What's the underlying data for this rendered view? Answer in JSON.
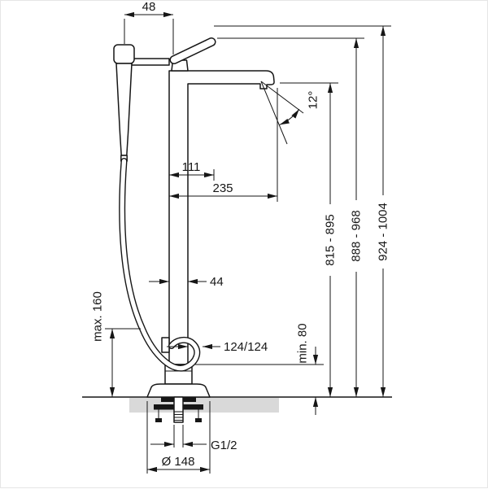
{
  "page": {
    "background": "#ffffff"
  },
  "drawing": {
    "colors": {
      "line": "#161616",
      "floor_fill": "#d9d9d9"
    },
    "dimensions": {
      "top_width": "48",
      "spout_angle": "12°",
      "outlet_offset": "111",
      "spout_reach": "235",
      "outlet_height_range": "815 - 895",
      "handle_height_range": "888 - 968",
      "total_height_range": "924 - 1004",
      "hose_max": "max. 160",
      "body_width": "44",
      "hose_connection": "124/124",
      "floor_min": "min. 80",
      "thread_size": "G1/2",
      "base_diameter": "Ø 148"
    }
  }
}
